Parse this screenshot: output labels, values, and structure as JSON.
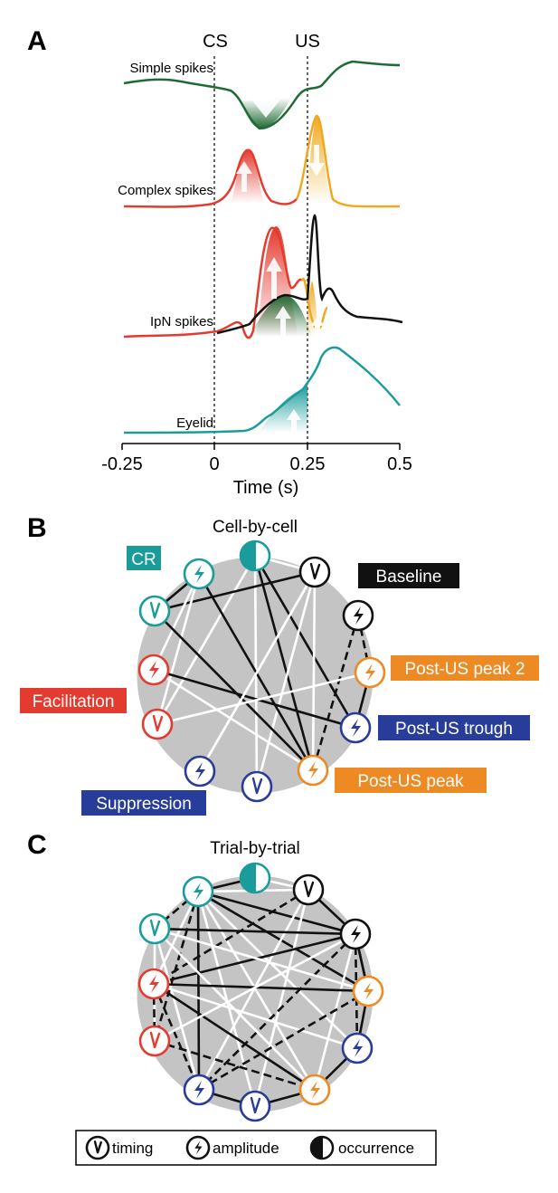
{
  "panel_a": {
    "label": "A",
    "marker_cs": "CS",
    "marker_us": "US",
    "traces": {
      "simple": "Simple spikes",
      "complex": "Complex spikes",
      "ipn": "IpN spikes",
      "eyelid": "Eyelid"
    },
    "x_ticks": [
      "-0.25",
      "0",
      "0.25",
      "0.5"
    ],
    "x_label": "Time (s)"
  },
  "panel_b": {
    "label": "B",
    "title": "Cell-by-cell",
    "group_labels": {
      "cr": "CR",
      "baseline": "Baseline",
      "post_us_peak_2": "Post-US peak 2",
      "facilitation": "Facilitation",
      "post_us_trough": "Post-US trough",
      "post_us_peak": "Post-US peak",
      "suppression": "Suppression"
    }
  },
  "panel_c": {
    "label": "C",
    "title": "Trial-by-trial"
  },
  "legend": {
    "timing": "timing",
    "amplitude": "amplitude",
    "occurrence": "occurrence"
  },
  "colors": {
    "cr_teal": "#1a9c9a",
    "facilitation_red": "#e33b2f",
    "suppression_blue": "#283c9a",
    "post_us_orange": "#ee8a24",
    "baseline_black": "#111111",
    "simple_green": "#1e6b34",
    "complex_gold": "#f0a91e",
    "network_disc": "#c4c4c4"
  }
}
